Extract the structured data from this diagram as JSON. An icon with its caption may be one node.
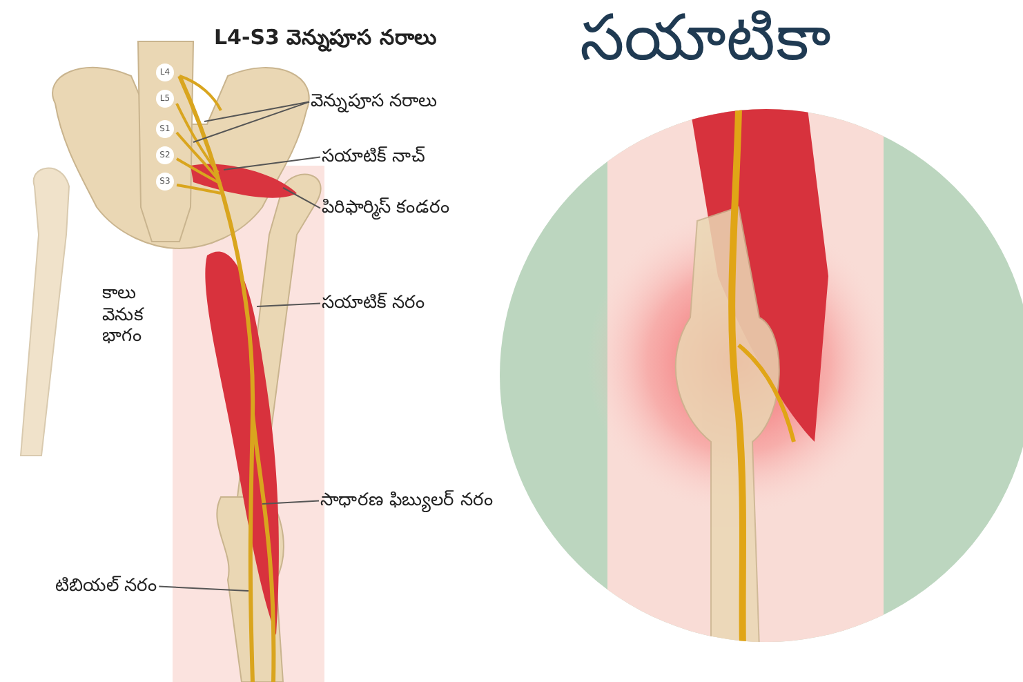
{
  "diagram": {
    "title": "సయాటికా",
    "nodes": [
      {
        "text": [
          "వెన్నుపూస నరాలు"
        ]
      },
      {
        "text": [
          "సయాటిక్ నాచ్"
        ]
      },
      {
        "text": [
          "పిరిఫార్మిస్ కండరం"
        ]
      },
      {
        "text": [
          "సయాటిక్ నరం"
        ]
      },
      {
        "text": [
          "సాధారణ ఫిబ్యులర్ నరం"
        ]
      },
      {
        "text": [
          "టిబియల్ నరం"
        ]
      }
    ],
    "edges": [
      {
        "from": 0,
        "to": null,
        "arrow": "none"
      },
      {
        "from": 0,
        "to": null,
        "arrow": "none"
      },
      {
        "from": 1,
        "to": null,
        "arrow": "none"
      },
      {
        "from": 2,
        "to": null,
        "arrow": "none"
      },
      {
        "from": 3,
        "to": null,
        "arrow": "none"
      },
      {
        "from": 4,
        "to": null,
        "arrow": "none"
      },
      {
        "from": 5,
        "to": null,
        "arrow": "none"
      }
    ],
    "labels": [
      "L4-S3 వెన్నుపూస నరాలు",
      "L4",
      "L5",
      "S1",
      "S2",
      "S3",
      "కాలు వెనుక భాగం"
    ]
  }
}
